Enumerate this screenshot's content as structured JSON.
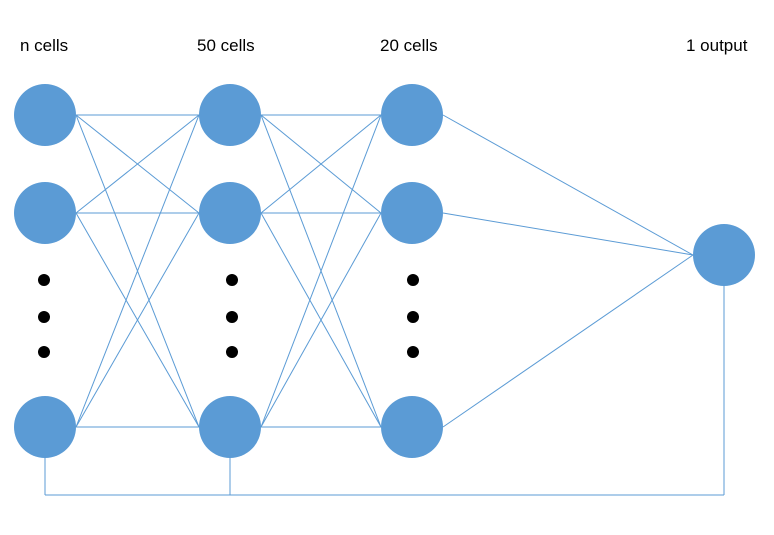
{
  "layers": [
    {
      "label": "n cells"
    },
    {
      "label": "50 cells"
    },
    {
      "label": "20 cells"
    },
    {
      "label": "1 output"
    }
  ],
  "colors": {
    "node_fill": "#5b9bd5",
    "edge_stroke": "#5b9bd5",
    "ellipsis_dot": "#000000",
    "background": "#ffffff",
    "label_text": "#000000"
  }
}
